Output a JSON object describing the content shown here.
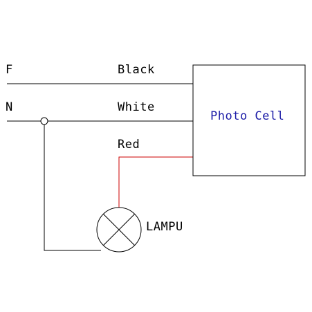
{
  "labels": {
    "phase": "F",
    "neutral": "N",
    "black": "Black",
    "white": "White",
    "red": "Red",
    "photo_cell": "Photo Cell",
    "lamp": "LAMPU"
  },
  "colors": {
    "wire": "#000000",
    "red_wire": "#cc0000",
    "box_text": "#1a1aa6",
    "text": "#000000",
    "background": "#ffffff"
  }
}
